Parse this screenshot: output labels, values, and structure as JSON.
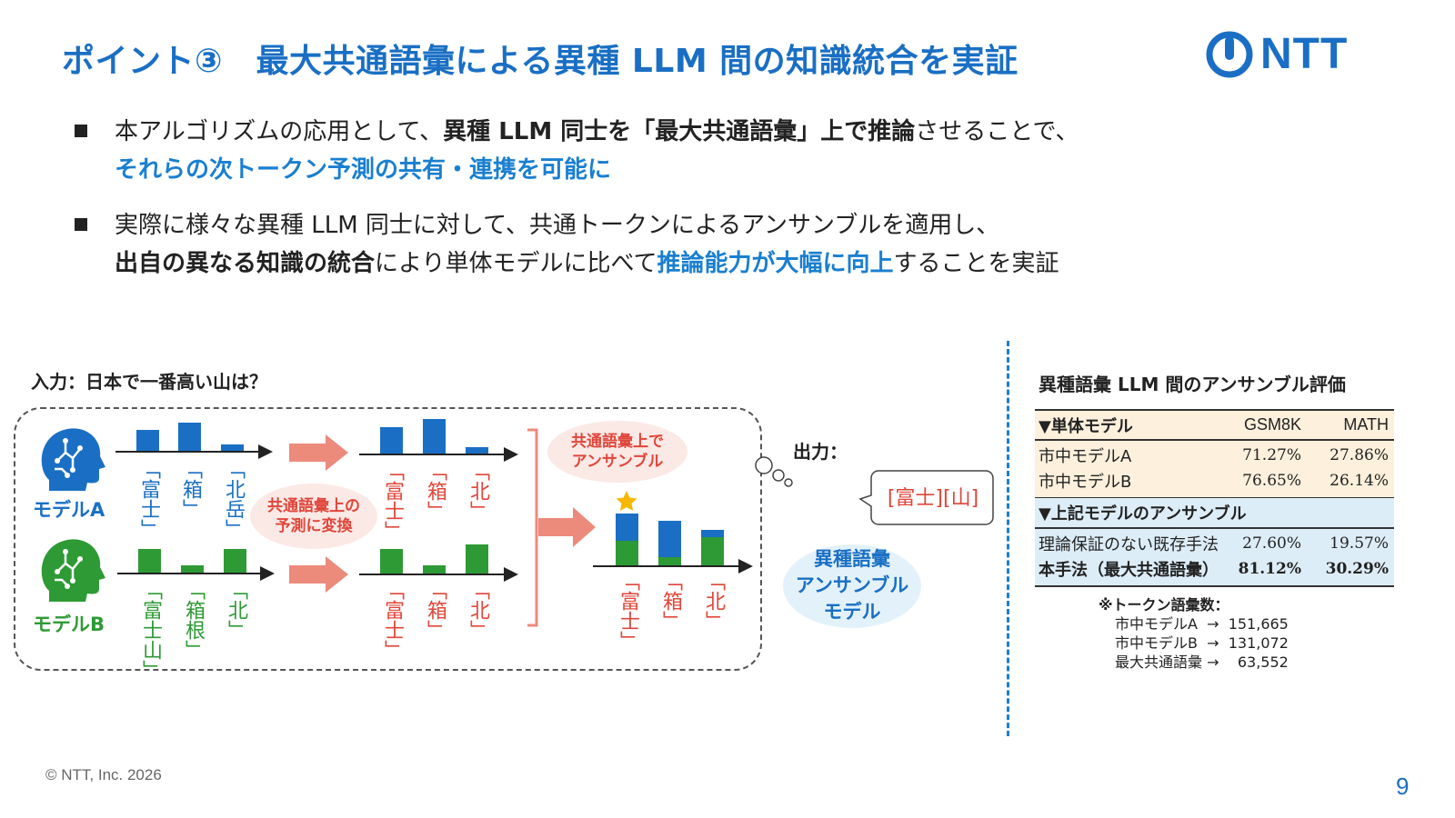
{
  "title": "ポイント③　最大共通語彙による異種 LLM 間の知識統合を実証",
  "logo": {
    "text": "NTT"
  },
  "bullets": [
    {
      "line1": [
        {
          "t": "本アルゴリズムの応用として、",
          "s": "n"
        },
        {
          "t": "異種 LLM 同士を「最大共通語彙」上で推論",
          "s": "b"
        },
        {
          "t": "させることで、",
          "s": "n"
        }
      ],
      "line2": [
        {
          "t": "それらの次トークン予測の共有・連携を可能に",
          "s": "blue"
        }
      ]
    },
    {
      "line1": [
        {
          "t": "実際に様々な異種 LLM 同士に対して、共通トークンによるアンサンブルを適用し、",
          "s": "n"
        }
      ],
      "line2": [
        {
          "t": "出自の異なる知識の統合",
          "s": "b"
        },
        {
          "t": "により単体モデルに比べて",
          "s": "n"
        },
        {
          "t": "推論能力が大幅に向上",
          "s": "blue"
        },
        {
          "t": "することを実証",
          "s": "n"
        }
      ]
    }
  ],
  "diagram": {
    "input_label": "入力：日本で一番高い山は？",
    "model_a": "モデルA",
    "model_b": "モデルB",
    "tokens_a": [
      "「富士」",
      "「箱」",
      "「北岳」"
    ],
    "tokens_b": [
      "「富士山」",
      "「箱根」",
      "「北」"
    ],
    "tokens_common": [
      "「富士」",
      "「箱」",
      "「北」"
    ],
    "convert_bubble": [
      "共通語彙上の",
      "予測に変換"
    ],
    "ensemble_bubble": [
      "共通語彙上で",
      "アンサンブル"
    ],
    "output_label": "出力：",
    "output_text": "[富士][山]",
    "ensemble_model": [
      "異種語彙",
      "アンサンブル",
      "モデル"
    ],
    "colors": {
      "model_a": "#1a6fc4",
      "model_b": "#2e9a35",
      "common": "#e0463a",
      "arrow": "#ec8a7c"
    }
  },
  "table": {
    "title": "異種語彙 LLM 間のアンサンブル評価",
    "section1": "▼単体モデル",
    "columns": [
      "GSM8K",
      "MATH"
    ],
    "rows1": [
      {
        "name": "市中モデルA",
        "gsm8k": "71.27%",
        "math": "27.86%"
      },
      {
        "name": "市中モデルB",
        "gsm8k": "76.65%",
        "math": "26.14%"
      }
    ],
    "section2": "▼上記モデルのアンサンブル",
    "rows2": [
      {
        "name": "理論保証のない既存手法",
        "gsm8k": "27.60%",
        "math": "19.57%"
      },
      {
        "name": "本手法（最大共通語彙）",
        "gsm8k": "81.12%",
        "math": "30.29%"
      }
    ],
    "note_title": "※トークン語彙数：",
    "note_lines": [
      "市中モデルA  →  151,665",
      "市中モデルB  →  131,072",
      "最大共通語彙 →    63,552"
    ]
  },
  "footer": {
    "copyright": "© NTT, Inc.  2026",
    "page": "9"
  }
}
